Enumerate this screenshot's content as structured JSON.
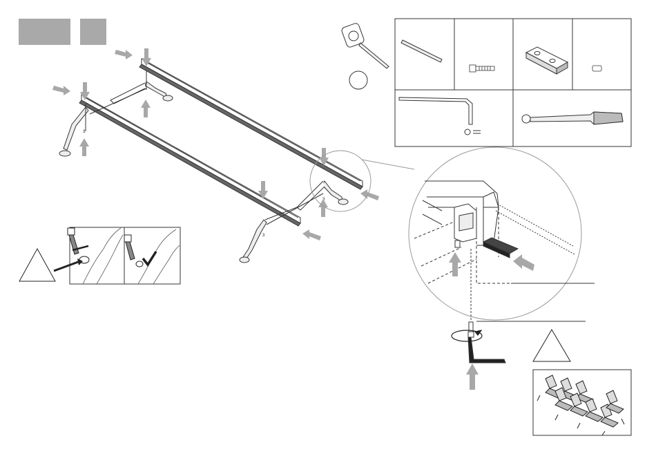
{
  "step_boxes": [
    {
      "label": ""
    },
    {
      "label": ""
    }
  ],
  "leg_numbers": [
    "3",
    "3",
    "3",
    "3"
  ],
  "colors": {
    "step_box": "#a9a9a9",
    "arrow": "#a8a8a8",
    "line": "#333333"
  },
  "icons": {
    "measuring": "tape-measure-icon",
    "warning": "warning-triangle-icon",
    "check": "checkmark-icon",
    "rotate": "rotation-arrow-icon"
  },
  "parts": [
    {
      "name": "beam-part"
    },
    {
      "name": "bolt-part"
    },
    {
      "name": "connector-plate-part"
    },
    {
      "name": "pin-part"
    },
    {
      "name": "allen-key-tool"
    },
    {
      "name": "torque-wrench-tool"
    }
  ]
}
